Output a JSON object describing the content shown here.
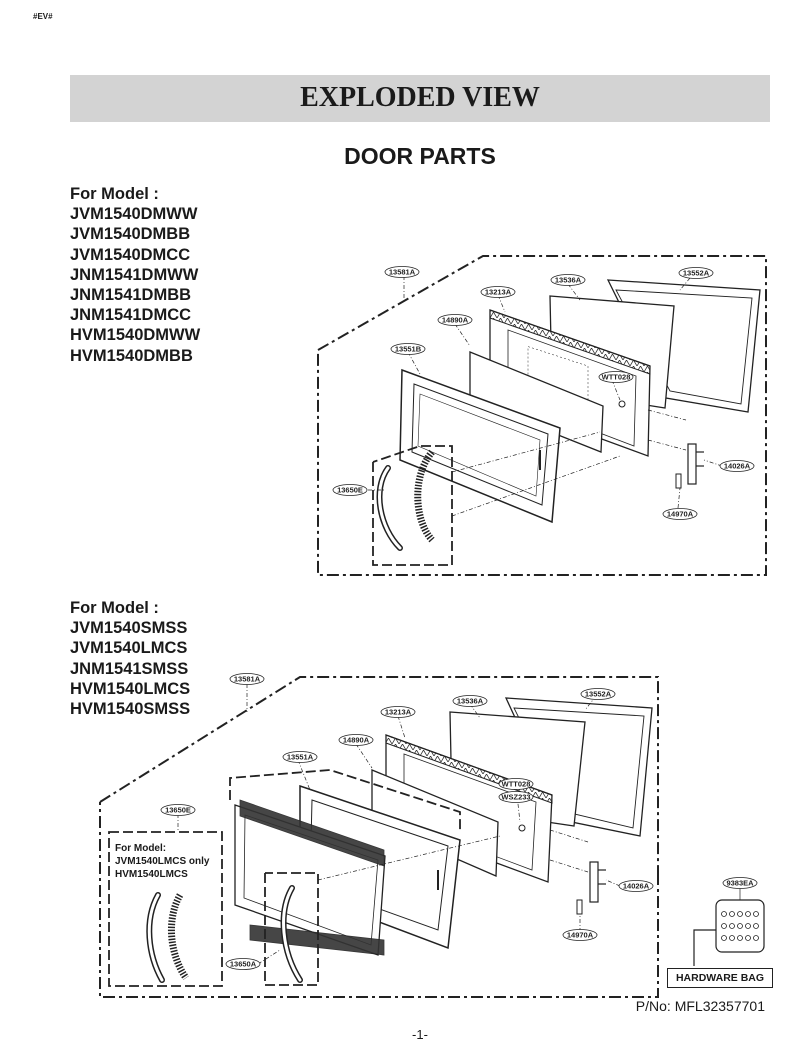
{
  "header": {
    "tag": "#EV#",
    "title": "EXPLODED VIEW",
    "subtitle": "DOOR PARTS"
  },
  "section1": {
    "heading": "For Model :",
    "models": [
      "JVM1540DMWW",
      "JVM1540DMBB",
      "JVM1540DMCC",
      "JNM1541DMWW",
      "JNM1541DMBB",
      "JNM1541DMCC",
      "HVM1540DMWW",
      "HVM1540DMBB"
    ],
    "parts": [
      "13581A",
      "13213A",
      "13536A",
      "13552A",
      "14890A",
      "13551B",
      "WTT028",
      "14026A",
      "13650E",
      "14970A"
    ]
  },
  "section2": {
    "heading": "For Model :",
    "models": [
      "JVM1540SMSS",
      "JVM1540LMCS",
      "JNM1541SMSS",
      "HVM1540LMCS",
      "HVM1540SMSS"
    ],
    "parts": [
      "13581A",
      "13213A",
      "13536A",
      "13552A",
      "14890A",
      "13551A",
      "WTT028",
      "WSZ233",
      "13650E",
      "14026A",
      "14970A",
      "13650A",
      "9383EA"
    ],
    "note_lines": [
      "For Model:",
      "JVM1540LMCS only",
      "HVM1540LMCS"
    ],
    "hardware_bag": "HARDWARE BAG"
  },
  "footer": {
    "part_number": "P/No: MFL32357701",
    "page": "-1-"
  }
}
